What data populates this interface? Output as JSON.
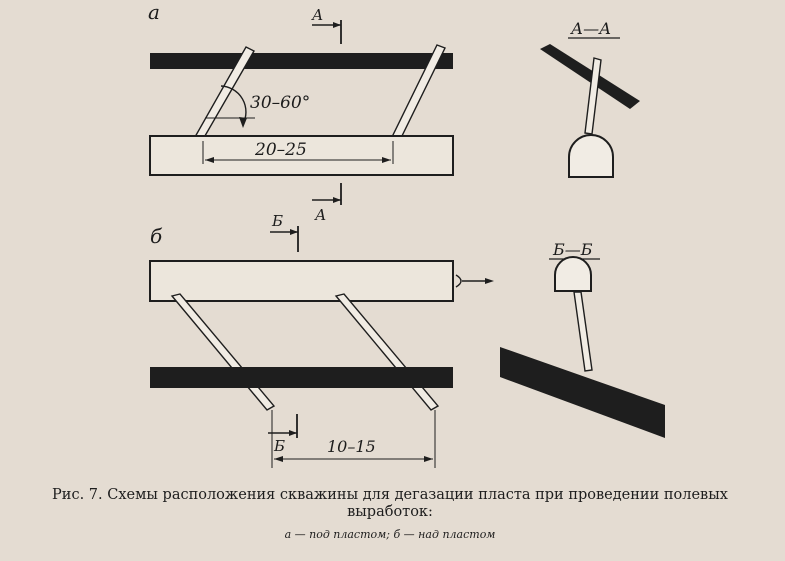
{
  "diagram": {
    "part_a": {
      "label": "а",
      "section_mark": "А",
      "angle_label": "30–60°",
      "distance_label": "20–25",
      "section_title": "А—А"
    },
    "part_b": {
      "label": "б",
      "section_mark": "Б",
      "distance_label": "10–15",
      "section_title": "Б—Б"
    }
  },
  "caption": {
    "title": "Рис. 7. Схемы расположения скважины для дегазации пласта при проведении полевых выработок:",
    "legend": "а — под пластом; б — над пластом"
  }
}
